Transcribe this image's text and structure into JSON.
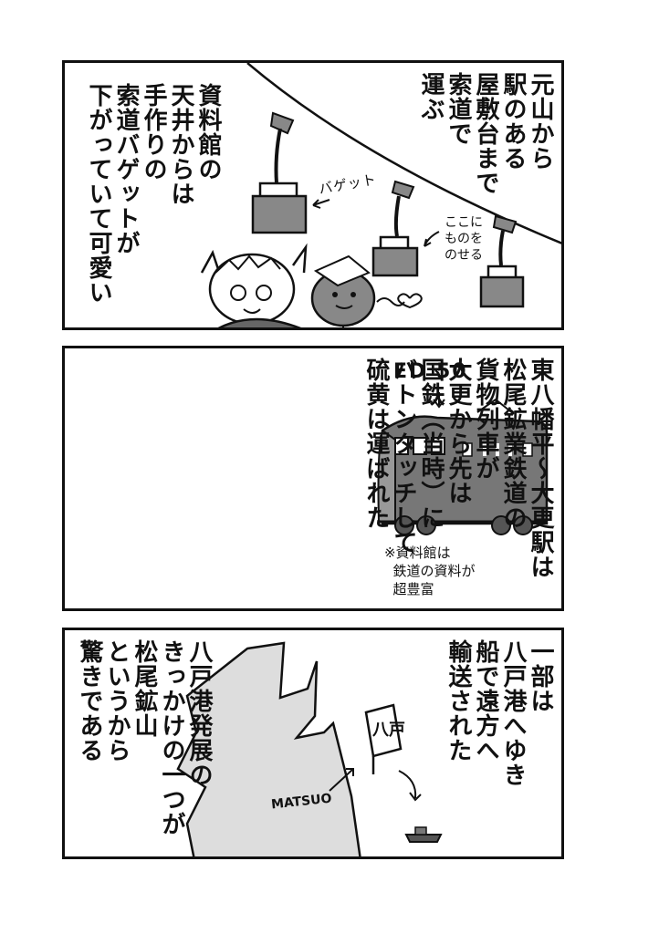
{
  "panel1": {
    "text_right": "元山から\n駅のある\n屋敷台まで\n索道で\n運ぶ",
    "text_left": "資料館の\n天井からは\n手作りの\n索道バゲットが\n下がっていて可愛い",
    "label_bucket": "バゲット",
    "label_load": "ここに\nものを\nのせる"
  },
  "panel2": {
    "text": "東八幡平〜大更駅は\n松尾鉱業鉄道の\n貨物列車が\n大更から先は\n国鉄（当時）に\nバトンタッチして\n硫黄は運ばれた",
    "train_label": "ED 50",
    "note": "※資料館は\n  鉄道の資料が\n  超豊富"
  },
  "panel3": {
    "text_right": "一部は\n八戸港へゆき\n船で遠方へ\n輸送された",
    "text_left": "八戸港発展の\nきっかけの一つが\n松尾鉱山\nというから\n驚きである",
    "map_label": "MATSUO",
    "sign_label": "八戸"
  }
}
